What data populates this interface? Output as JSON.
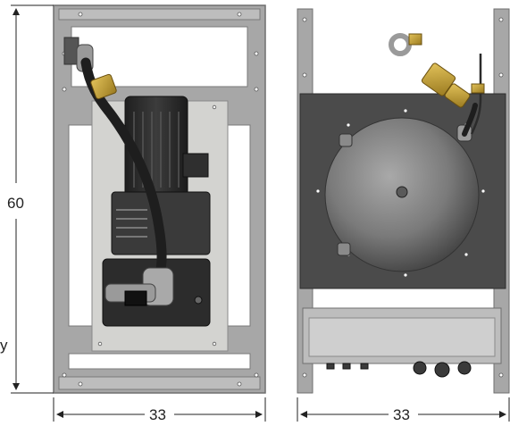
{
  "dimensions": {
    "height_label": "60",
    "width_label_left": "33",
    "width_label_right": "33",
    "side_mark": "y"
  },
  "colors": {
    "frame": "#a7a7a7",
    "frame_dark": "#6f6f6f",
    "panel_light": "#d3d3d0",
    "panel_dark": "#4b4b4b",
    "tank": "#7a7a7a",
    "motor": "#2b2b2b",
    "hose": "#1e1e1e",
    "brass": "#c8a13a",
    "box": "#bdbdbd"
  }
}
